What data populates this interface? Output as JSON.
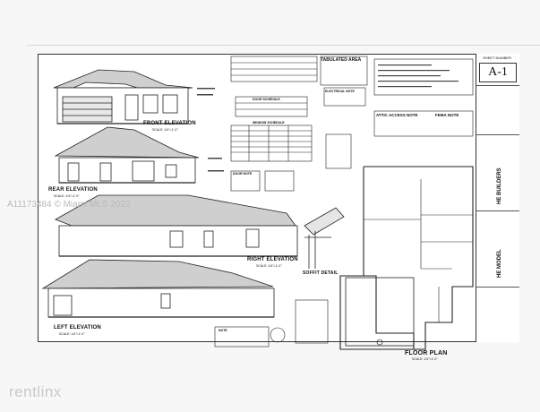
{
  "watermark": "A11173484 © Miami MLS 2022",
  "logo_text": "rentlinx",
  "sheet": {
    "number": "A-1",
    "number_label": "SHEET NUMBER"
  },
  "elevations": {
    "front": "FRONT ELEVATION",
    "front_scale": "SCALE: 1/4\"=1'-0\"",
    "rear": "REAR ELEVATION",
    "rear_scale": "SCALE: 1/4\"=1'-0\"",
    "right": "RIGHT ELEVATION",
    "right_scale": "SCALE: 1/4\"=1'-0\"",
    "left": "LEFT ELEVATION",
    "left_scale": "SCALE: 1/4\"=1'-0\""
  },
  "details": {
    "soffit": "SOFFIT DETAIL"
  },
  "plan": {
    "title": "FLOOR PLAN",
    "scale": "SCALE: 1/4\"=1'-0\""
  },
  "tables": {
    "tabulated_area": "TABULATED AREA",
    "door_schedule": "DOOR SCHEDULE",
    "window_schedule": "WINDOW SCHEDULE",
    "electrical_note": "ELECTRICAL NOTE",
    "attic_access_note": "ATTIC ACCESS NOTE",
    "fema_note": "FEMA NOTE",
    "door_note": "DOOR NOTE",
    "note": "NOTE"
  },
  "titleblock": {
    "builder": "HE BUILDERS",
    "model": "HE MODEL"
  }
}
